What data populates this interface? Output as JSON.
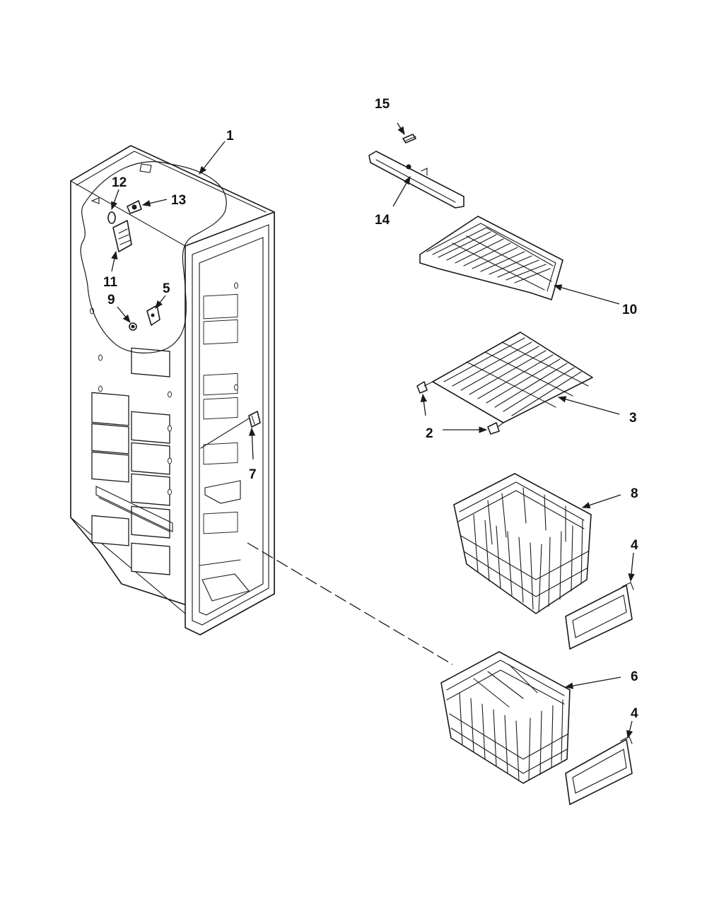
{
  "callouts": [
    {
      "id": "1",
      "label": "1"
    },
    {
      "id": "2",
      "label": "2"
    },
    {
      "id": "3",
      "label": "3"
    },
    {
      "id": "4a",
      "label": "4"
    },
    {
      "id": "4b",
      "label": "4"
    },
    {
      "id": "5",
      "label": "5"
    },
    {
      "id": "6",
      "label": "6"
    },
    {
      "id": "7",
      "label": "7"
    },
    {
      "id": "8",
      "label": "8"
    },
    {
      "id": "9",
      "label": "9"
    },
    {
      "id": "10",
      "label": "10"
    },
    {
      "id": "11",
      "label": "11"
    },
    {
      "id": "12",
      "label": "12"
    },
    {
      "id": "13",
      "label": "13"
    },
    {
      "id": "14",
      "label": "14"
    },
    {
      "id": "15",
      "label": "15"
    }
  ]
}
